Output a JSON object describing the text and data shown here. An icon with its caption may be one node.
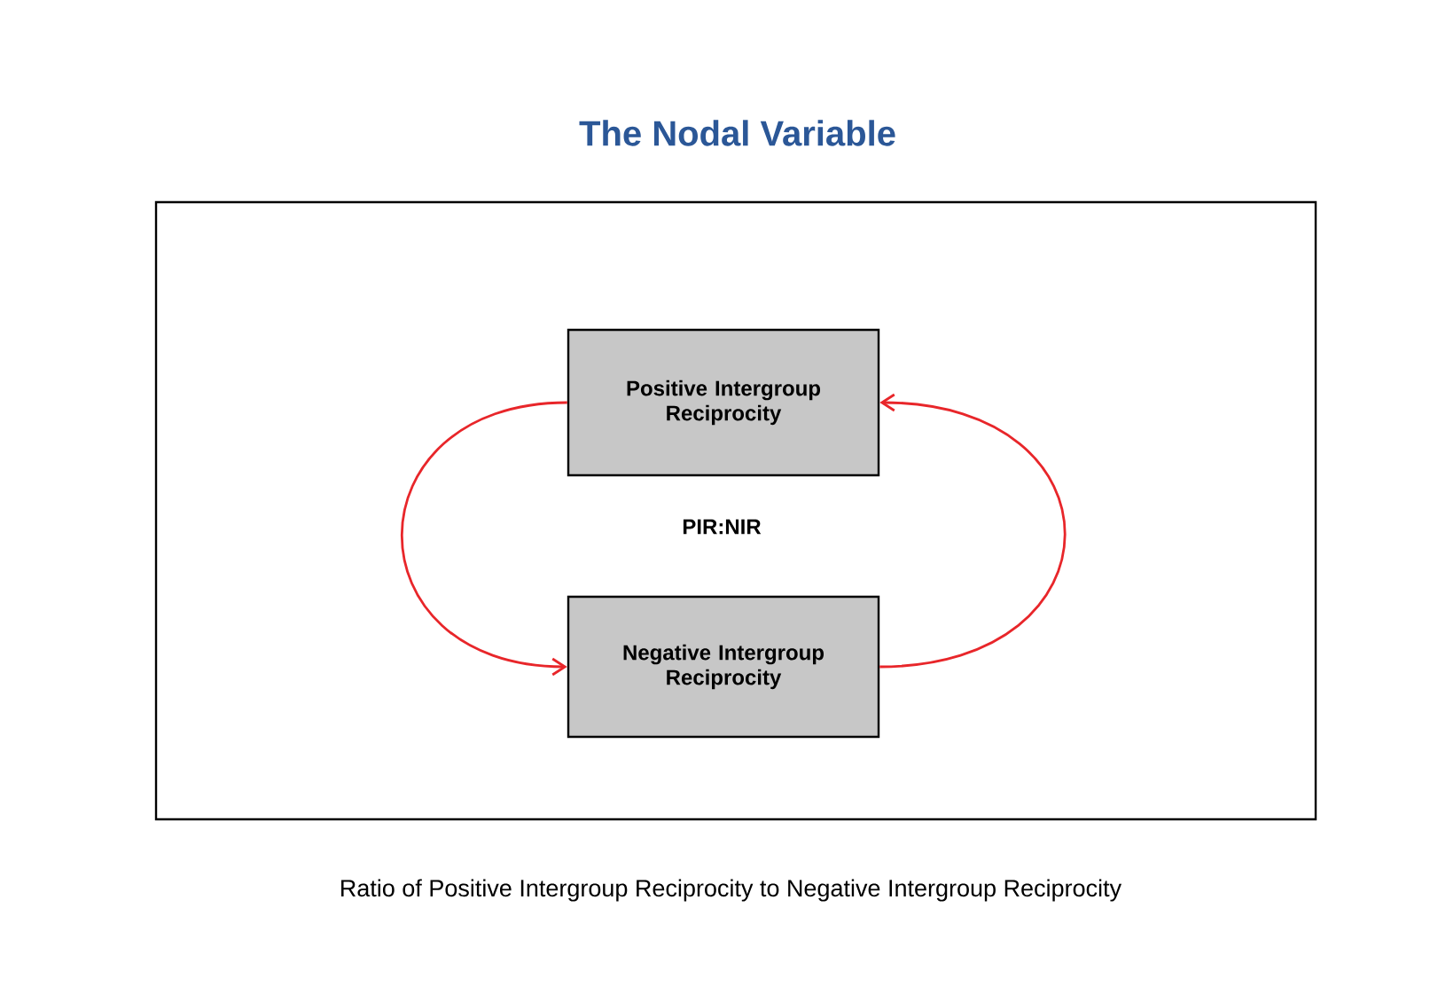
{
  "diagram": {
    "title": "The Nodal Variable",
    "caption": "Ratio of Positive Intergroup Reciprocity to Negative Intergroup Reciprocity",
    "nodes": [
      {
        "text": [
          "Positive Intergroup Reciprocity"
        ]
      },
      {
        "text": [
          "Negative Intergroup Reciprocity"
        ]
      }
    ],
    "edges": [
      {
        "from": 0,
        "to": 1,
        "arrow": "to"
      },
      {
        "from": 1,
        "to": 0,
        "arrow": "to"
      }
    ],
    "labels": [
      "PIR:NIR"
    ]
  }
}
